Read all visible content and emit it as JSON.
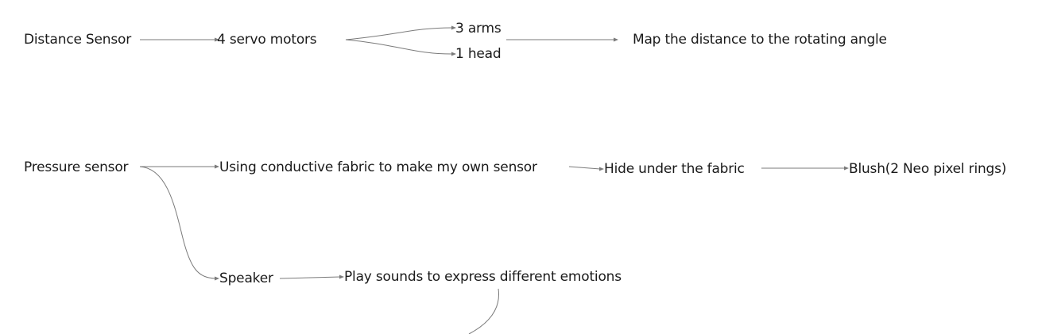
{
  "nodes": {
    "distance_sensor": "Distance Sensor",
    "servo_motors": "4  servo motors",
    "arms": "3 arms",
    "head": "1 head",
    "map_distance": "Map the distance to the rotating angle",
    "pressure_sensor": "Pressure sensor",
    "conductive_fabric": "Using conductive fabric to make my own sensor",
    "hide_under_fabric": "Hide under the fabric",
    "blush": "Blush(2 Neo pixel rings)",
    "speaker": "Speaker",
    "play_sounds": "Play sounds to express different emotions"
  },
  "colors": {
    "text": "#1a1a1a",
    "connector": "#7a7a7a",
    "background": "#ffffff"
  }
}
